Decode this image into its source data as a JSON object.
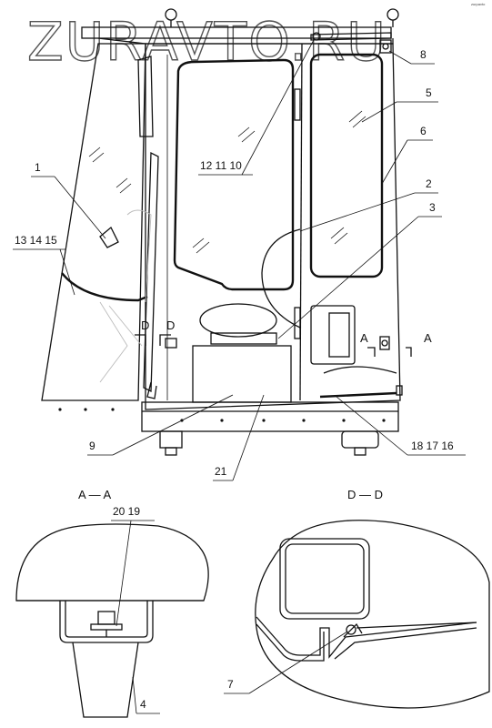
{
  "watermark": "ZURAVTO.RU",
  "corner_mark": "zurpavto",
  "callouts": [
    {
      "id": "c1",
      "text": "1"
    },
    {
      "id": "c2",
      "text": "2"
    },
    {
      "id": "c3",
      "text": "3"
    },
    {
      "id": "c4",
      "text": "4"
    },
    {
      "id": "c5",
      "text": "5"
    },
    {
      "id": "c6",
      "text": "6"
    },
    {
      "id": "c7",
      "text": "7"
    },
    {
      "id": "c8",
      "text": "8"
    },
    {
      "id": "c9",
      "text": "9"
    },
    {
      "id": "c10",
      "text": "12   11   10"
    },
    {
      "id": "c11",
      "text": "13   14   15"
    },
    {
      "id": "c12",
      "text": "18   17   16"
    },
    {
      "id": "c13",
      "text": "21"
    },
    {
      "id": "c14",
      "text": "20   19"
    }
  ],
  "section_marks": {
    "a_left": "A",
    "a_right": "A",
    "d_left": "D",
    "d_right": "D"
  },
  "section_titles": {
    "aa": "A — A",
    "dd": "D — D"
  }
}
